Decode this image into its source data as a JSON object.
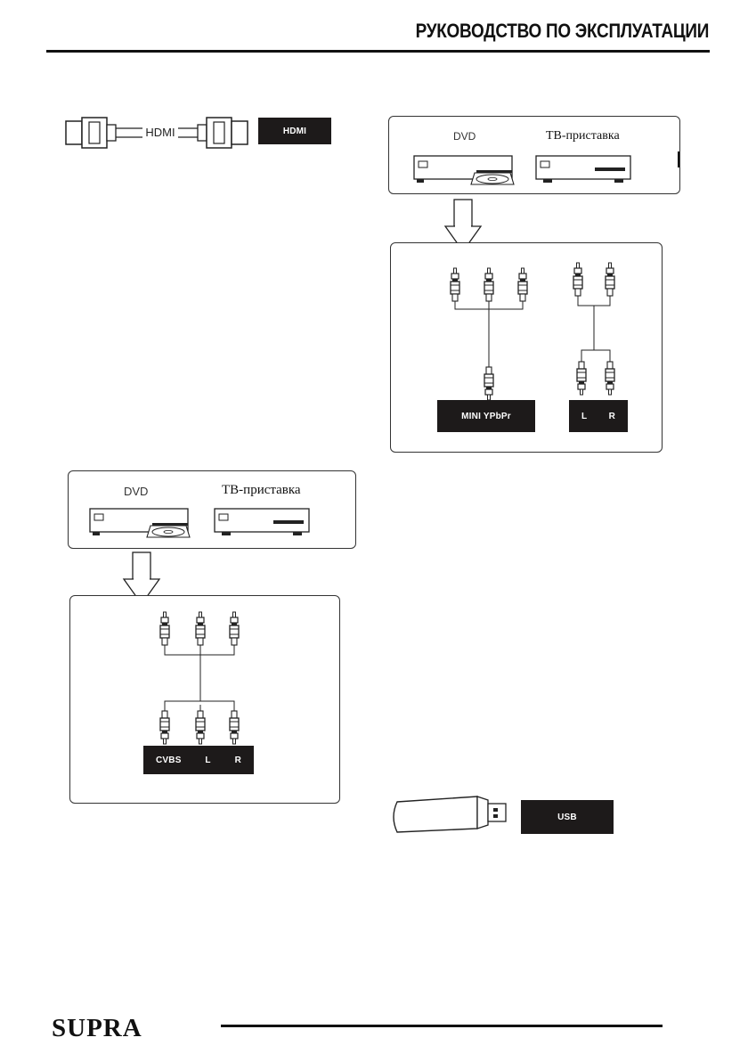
{
  "header": {
    "title": "РУКОВОДСТВО ПО ЭКСПЛУАТАЦИИ"
  },
  "hdmi": {
    "cable_label": "HDMI",
    "port_label": "HDMI"
  },
  "component": {
    "dvd_label": "DVD",
    "stb_label": "ТВ-приставка",
    "port_video": "MINI YPbPr",
    "port_audio_l": "L",
    "port_audio_r": "R"
  },
  "av": {
    "dvd_label": "DVD",
    "stb_label": "ТВ-приставка",
    "port_cvbs": "CVBS",
    "port_l": "L",
    "port_r": "R"
  },
  "usb": {
    "port_label": "USB"
  },
  "footer": {
    "brand": "SUPRA"
  }
}
